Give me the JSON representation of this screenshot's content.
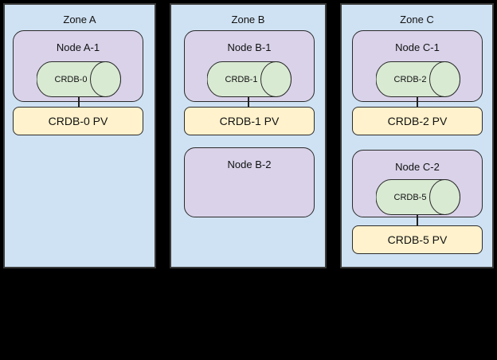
{
  "diagram": {
    "description": "CockroachDB zones, nodes, pods and persistent volumes"
  },
  "colors": {
    "background": "#000000",
    "zone_fill": "#cfe2f3",
    "zone_border": "#3a3a3a",
    "node_fill": "#d9d2e9",
    "cylinder_fill": "#d9ead3",
    "pv_fill": "#fff2cc",
    "shape_border": "#2b2b2b",
    "connector": "#1f1f1f",
    "text": "#111111"
  },
  "zones": [
    {
      "title": "Zone A",
      "nodes": [
        {
          "label": "Node A-1",
          "pod_label": "CRDB-0",
          "pv_label": "CRDB-0 PV"
        }
      ]
    },
    {
      "title": "Zone B",
      "nodes": [
        {
          "label": "Node B-1",
          "pod_label": "CRDB-1",
          "pv_label": "CRDB-1 PV"
        },
        {
          "label": "Node B-2"
        }
      ]
    },
    {
      "title": "Zone C",
      "nodes": [
        {
          "label": "Node C-1",
          "pod_label": "CRDB-2",
          "pv_label": "CRDB-2 PV"
        },
        {
          "label": "Node C-2",
          "pod_label": "CRDB-5",
          "pv_label": "CRDB-5 PV"
        }
      ]
    }
  ]
}
